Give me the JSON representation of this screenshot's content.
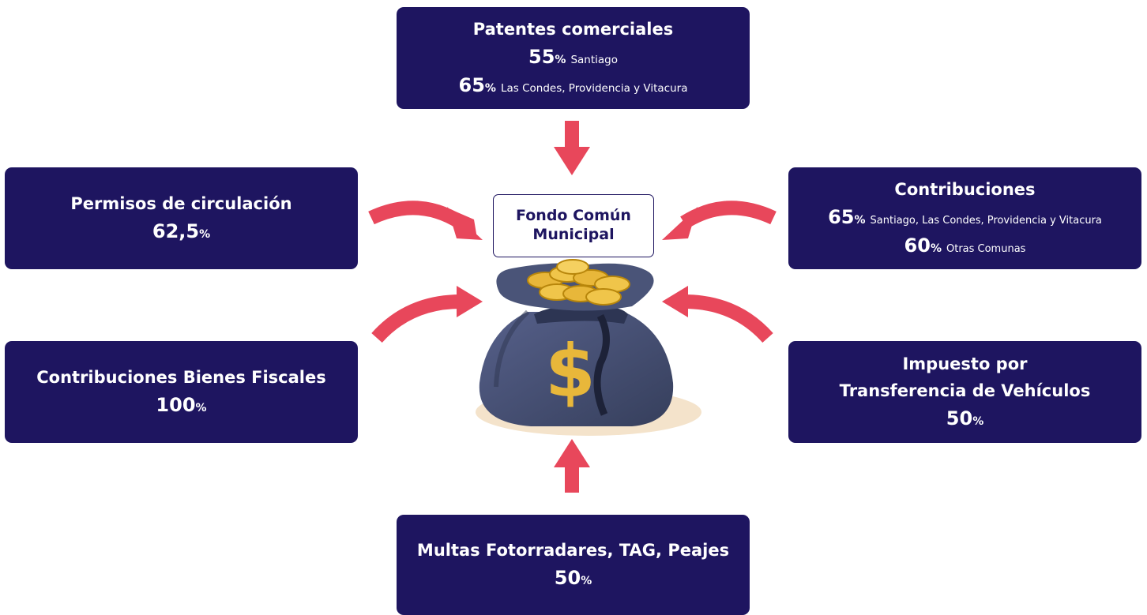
{
  "center": {
    "line1": "Fondo Común",
    "line2": "Municipal"
  },
  "patentes": {
    "title": "Patentes comerciales",
    "row1": {
      "value": "55",
      "sign": "%",
      "place": "Santiago"
    },
    "row2": {
      "value": "65",
      "sign": "%",
      "place": "Las Condes, Providencia y Vitacura"
    }
  },
  "permisos": {
    "title": "Permisos de circulación",
    "value": "62,5",
    "sign": "%"
  },
  "contribuciones": {
    "title": "Contribuciones",
    "row1": {
      "value": "65",
      "sign": "%",
      "place": "Santiago, Las Condes, Providencia y Vitacura"
    },
    "row2": {
      "value": "60",
      "sign": "%",
      "place": "Otras Comunas"
    }
  },
  "bienes": {
    "title": "Contribuciones Bienes Fiscales",
    "value": "100",
    "sign": "%"
  },
  "impuesto": {
    "title1": "Impuesto por",
    "title2": "Transferencia de Vehículos",
    "value": "50",
    "sign": "%"
  },
  "multas": {
    "title": "Multas Fotorradares, TAG, Peajes",
    "value": "50",
    "sign": "%"
  },
  "colors": {
    "box": "#1e1560",
    "arrow": "#e8475b",
    "bag": "#414c6e",
    "coin": "#e8b73a"
  },
  "icons": {
    "center": "money-bag-icon",
    "currency": "dollar-sign-icon"
  }
}
